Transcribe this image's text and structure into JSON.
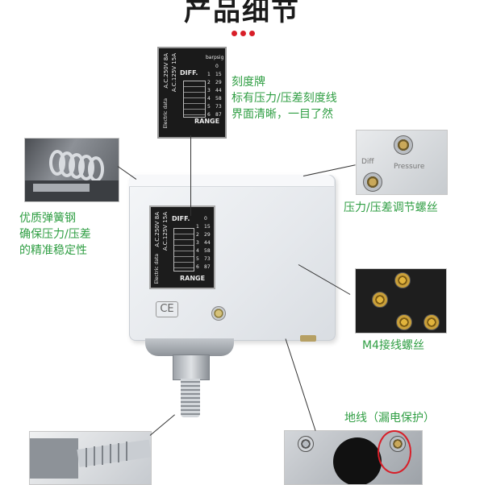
{
  "header": {
    "title": "产品细节"
  },
  "callouts": {
    "scale_plate": [
      "刻度牌",
      "标有压力/压差刻度线",
      "界面清晰，一目了然"
    ],
    "spring": [
      "优质弹簧钢",
      "确保压力/压差",
      "的精准稳定性"
    ],
    "adjust_screw": "压力/压差调节螺丝",
    "terminal": "M4接线螺丝",
    "ground": "地线（漏电保护）"
  },
  "plate": {
    "rating1": "A.C.250V 8A",
    "rating2": "A.C.125V 15A",
    "electric_data": "Electric data",
    "diff": "DIFF.",
    "range": "RANGE",
    "unit_bar": "bar",
    "unit_psig": "psig",
    "scale_psig": [
      "0",
      "15",
      "29",
      "44",
      "58",
      "73",
      "87"
    ],
    "scale_bar": [
      "1",
      "2",
      "3",
      "4",
      "5",
      "6"
    ]
  },
  "body": {
    "ce": "CE"
  },
  "adjust_photo": {
    "diff": "Diff",
    "pressure": "Pressure"
  },
  "colors": {
    "accent": "#d81e28",
    "callout_green": "#2f9e43"
  }
}
